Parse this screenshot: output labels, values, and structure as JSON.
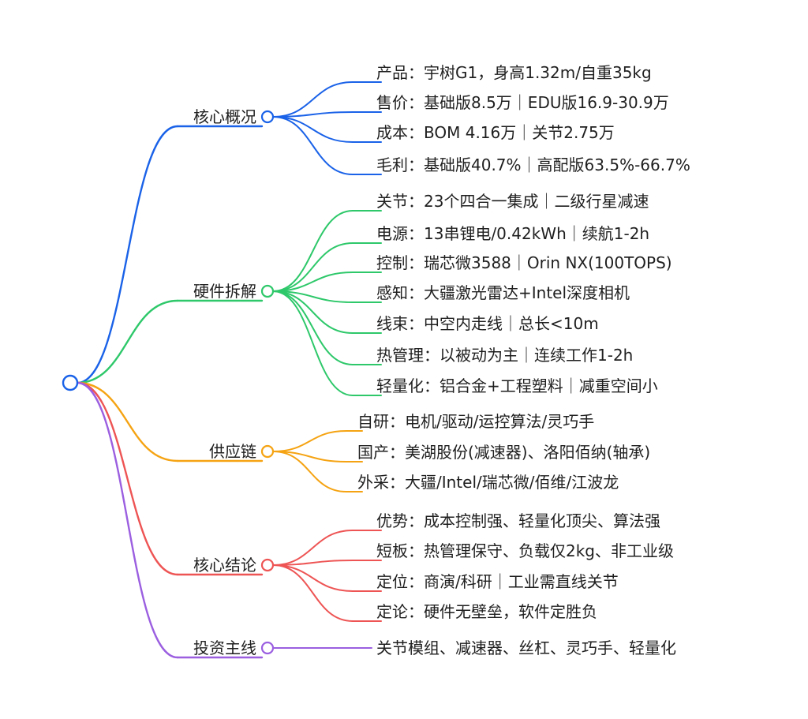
{
  "mindmap": {
    "root": {
      "label": ""
    },
    "branches": [
      {
        "label": "核心概况",
        "color": "#1a62e8",
        "children": [
          "产品：宇树G1，身高1.32m/自重35kg",
          "售价：基础版8.5万｜EDU版16.9-30.9万",
          "成本：BOM 4.16万｜关节2.75万",
          "毛利：基础版40.7%｜高配版63.5%-66.7%"
        ]
      },
      {
        "label": "硬件拆解",
        "color": "#2ec86a",
        "children": [
          "关节：23个四合一集成｜二级行星减速",
          "电源：13串锂电/0.42kWh｜续航1-2h",
          "控制：瑞芯微3588｜Orin NX(100TOPS)",
          "感知：大疆激光雷达+Intel深度相机",
          "线束：中空内走线｜总长<10m",
          "热管理：以被动为主｜连续工作1-2h",
          "轻量化：铝合金+工程塑料｜减重空间小"
        ]
      },
      {
        "label": "供应链",
        "color": "#f5a312",
        "children": [
          "自研：电机/驱动/运控算法/灵巧手",
          "国产：美湖股份(减速器)、洛阳佰纳(轴承)",
          "外采：大疆/Intel/瑞芯微/佰维/江波龙"
        ]
      },
      {
        "label": "核心结论",
        "color": "#ee5454",
        "children": [
          "优势：成本控制强、轻量化顶尖、算法强",
          "短板：热管理保守、负载仅2kg、非工业级",
          "定位：商演/科研｜工业需直线关节",
          "定论：硬件无壁垒，软件定胜负"
        ]
      },
      {
        "label": "投资主线",
        "color": "#9b5fe0",
        "children": [
          "关节模组、减速器、丝杠、灵巧手、轻量化"
        ]
      }
    ]
  }
}
